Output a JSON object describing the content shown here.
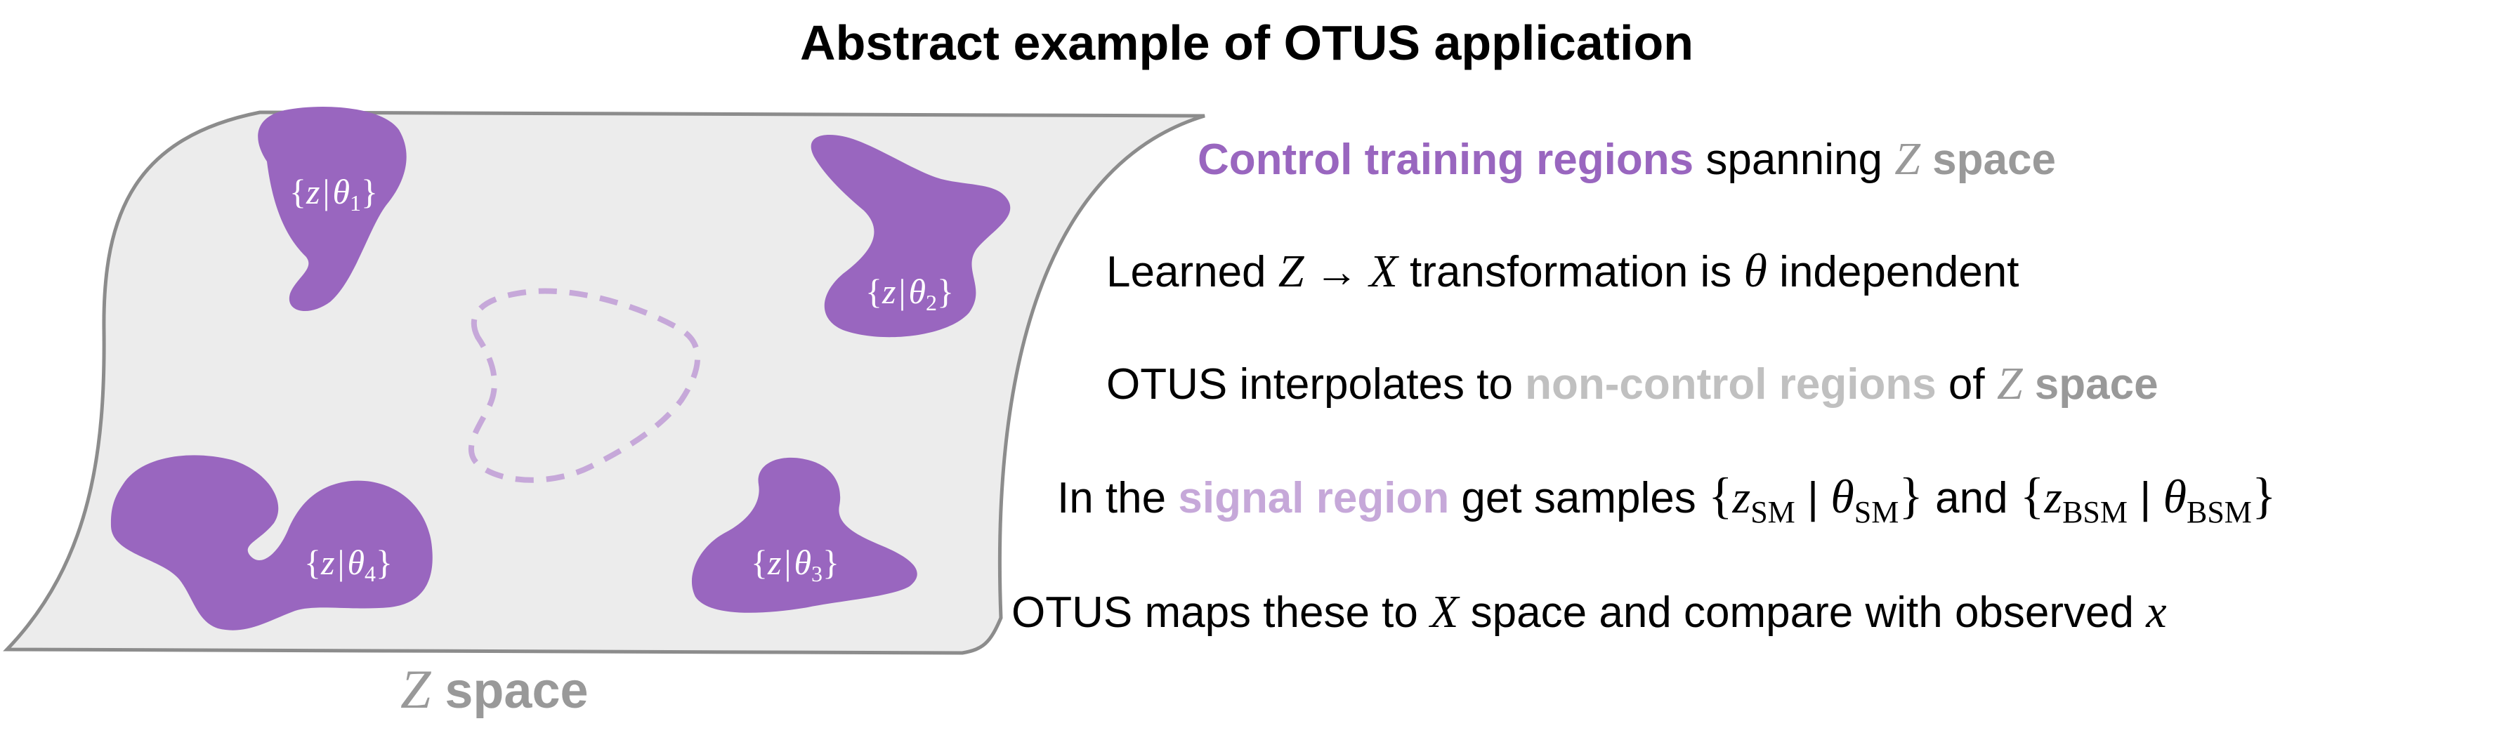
{
  "colors": {
    "purple": "#9966bf",
    "light_purple": "#c6a8d9",
    "gray": "#999999",
    "light_gray": "#c0c0c0",
    "sheet_fill": "#ececec",
    "sheet_stroke": "#8c8c8c",
    "text": "#000000"
  },
  "title": "Abstract example of OTUS application",
  "blobs": {
    "b1": {
      "open": "{",
      "var": "z",
      "bar": "|",
      "theta": "θ",
      "sub": "1",
      "close": "}"
    },
    "b2": {
      "open": "{",
      "var": "z",
      "bar": "|",
      "theta": "θ",
      "sub": "2",
      "close": "}"
    },
    "b3": {
      "open": "{",
      "var": "z",
      "bar": "|",
      "theta": "θ",
      "sub": "3",
      "close": "}"
    },
    "b4": {
      "open": "{",
      "var": "z",
      "bar": "|",
      "theta": "θ",
      "sub": "4",
      "close": "}"
    }
  },
  "sheet_label": {
    "symbol": "Z",
    "word": "space"
  },
  "steps": {
    "s1": {
      "highlight": "Control training regions",
      "mid": " spanning ",
      "symbol": "Z",
      "end": " space"
    },
    "s2": {
      "start": "Learned ",
      "sym_z": "Z",
      "arrow": " → ",
      "sym_x": "X",
      "mid": " transformation is ",
      "theta": "θ",
      "end": " independent"
    },
    "s3": {
      "start": "OTUS interpolates to ",
      "highlight": "non-control regions",
      "mid": " of ",
      "symbol": "Z",
      "end": " space"
    },
    "s4": {
      "start": "In the ",
      "highlight": "signal region",
      "mid": " get samples ",
      "open1": "{",
      "z1": "z",
      "sub_z1": "SM",
      "bar1": " | ",
      "theta1": "θ",
      "sub_theta1": "SM",
      "close1": "}",
      "and": " and ",
      "open2": "{",
      "z2": "z",
      "sub_z2": "BSM",
      "bar2": " | ",
      "theta2": "θ",
      "sub_theta2": "BSM",
      "close2": "}"
    },
    "s5": {
      "start": "OTUS maps these to ",
      "sym_x": "X",
      "mid": " space and compare with observed ",
      "var": "x"
    }
  }
}
